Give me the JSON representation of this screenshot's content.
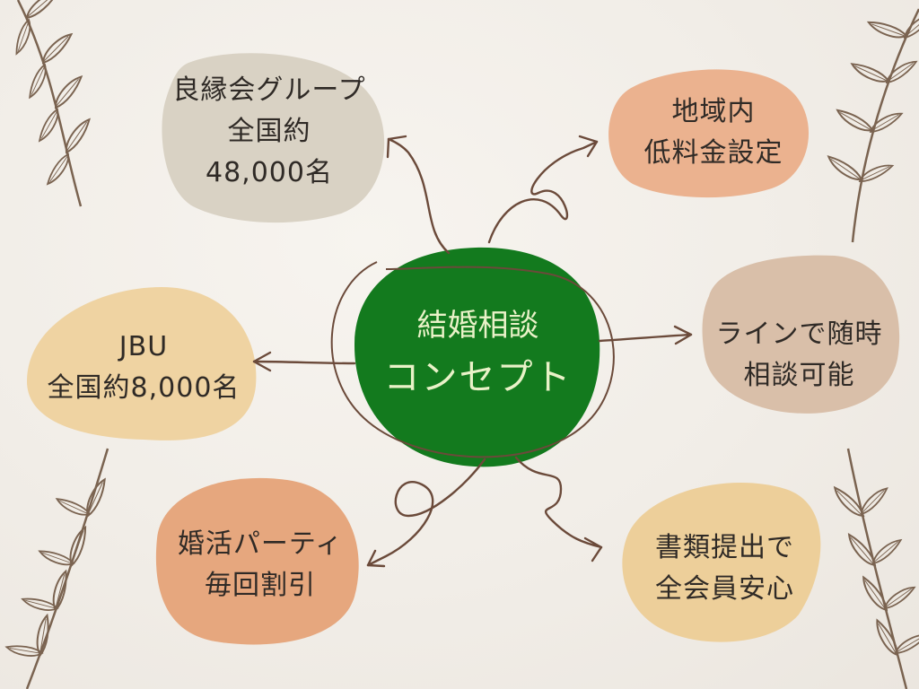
{
  "colors": {
    "background": "#f1ede7",
    "center": "#137a1e",
    "arrows": "#6b4a3a",
    "leaf": "#7a6350",
    "grey": "#d9d2c4",
    "peach": "#ebb28f",
    "sand": "#efd3a2",
    "taupe": "#d9bfa9",
    "orange": "#e6a77e",
    "beige": "#edcf9a"
  },
  "center": {
    "title": "結婚相談",
    "subtitle": "コンセプト"
  },
  "nodes": {
    "top_left": {
      "line1": "良縁会グループ",
      "line2": "全国約",
      "line3": "48,000名"
    },
    "top_right": {
      "line1": "地域内",
      "line2": "低料金設定"
    },
    "middle_left": {
      "line1": "JBU",
      "line2": "全国約8,000名"
    },
    "middle_right": {
      "line1": "ラインで随時",
      "line2": "相談可能"
    },
    "bottom_left": {
      "line1": "婚活パーティ",
      "line2": "毎回割引"
    },
    "bottom_right": {
      "line1": "書類提出で",
      "line2": "全会員安心"
    }
  },
  "icons": {
    "branches": [
      "leaf-branch-icon",
      "leaf-branch-icon",
      "leaf-branch-icon",
      "leaf-branch-icon"
    ],
    "arrows": "arrow-icon"
  }
}
